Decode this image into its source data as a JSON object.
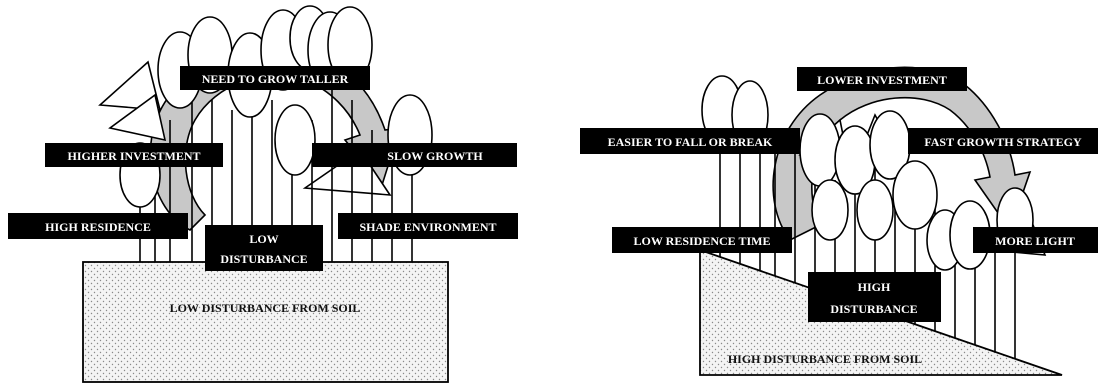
{
  "left_panel": {
    "labels": {
      "need_to_grow_taller": "NEED TO GROW TALLER",
      "higher_investment": "HIGHER INVESTMENT",
      "slow_growth": "SLOW GROWTH",
      "high_residence": "HIGH RESIDENCE",
      "low_disturbance_line1": "LOW",
      "low_disturbance_line2": "DISTURBANCE",
      "shade_environment": "SHADE ENVIRONMENT"
    },
    "soil_label": "LOW DISTURBANCE FROM SOIL"
  },
  "right_panel": {
    "labels": {
      "lower_investment": "LOWER INVESTMENT",
      "easier_to_fall_or_break": "EASIER TO FALL OR BREAK",
      "fast_growth_strategy": "FAST GROWTH STRATEGY",
      "low_residence_time": "LOW RESIDENCE TIME",
      "more_light": "MORE LIGHT",
      "high_disturbance_line1": "HIGH",
      "high_disturbance_line2": "DISTURBANCE"
    },
    "soil_label": "HIGH DISTURBANCE FROM SOIL"
  },
  "colors": {
    "label_box": "#000000",
    "label_text": "#ffffff",
    "cycle_arrow": "#c8c8c8",
    "crown_fill": "#ffffff",
    "outline": "#000000"
  }
}
